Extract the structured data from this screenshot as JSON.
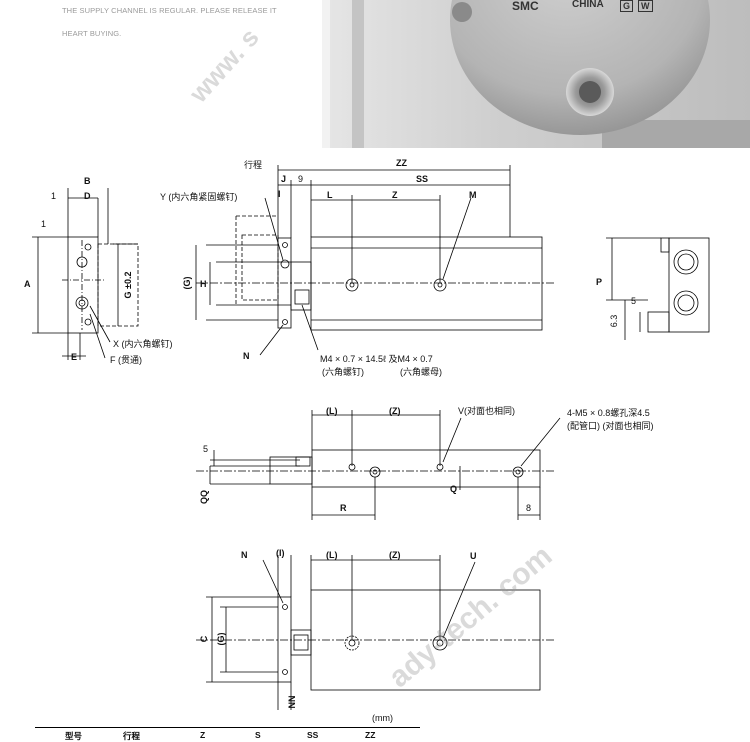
{
  "notice": {
    "line1": "THE SUPPLY CHANNEL IS REGULAR. PLEASE RELEASE IT",
    "line2": "HEART BUYING."
  },
  "photo": {
    "brand": "SMC",
    "origin": "CHINA",
    "mark1": "G",
    "mark2": "W"
  },
  "watermark": {
    "top": "www. s",
    "bottom": "ady-tech. com"
  },
  "top_view": {
    "label_stroke": "行程",
    "J": "J",
    "I": "I",
    "ZZ": "ZZ",
    "nine": "9",
    "SS": "SS",
    "L": "L",
    "Z": "Z",
    "M": "M",
    "Y": "Y (内六角紧固螺钉)",
    "H": "H",
    "G_paren": "(G)",
    "N": "N",
    "note1": "M4 × 0.7 × 14.5ℓ  及M4 × 0.7",
    "note2": "(六角螺钉)",
    "note3": "(六角螺母)"
  },
  "left_view": {
    "B": "B",
    "D": "D",
    "one_a": "1",
    "one_b": "1",
    "A": "A",
    "G": "G ±0.2",
    "X": "X (内六角螺钉)",
    "F": "F (贯通)",
    "E": "E"
  },
  "right_view": {
    "P": "P",
    "five": "5",
    "six_three": "6.3"
  },
  "side_view": {
    "L": "(L)",
    "Z": "(Z)",
    "V": "V(对面也相同)",
    "port1": "4-M5 × 0.8螺孔深4.5",
    "port2": "(配管口) (对面也相同)",
    "five": "5",
    "QQ": "QQ",
    "Q": "Q",
    "R": "R",
    "eight": "8"
  },
  "bottom_view": {
    "N": "N",
    "I": "(I)",
    "L": "(L)",
    "Z": "(Z)",
    "U": "U",
    "C": "C",
    "G": "(G)",
    "NN": "NN",
    "mm": "(mm)"
  },
  "table": {
    "headers": [
      "型号",
      "行程",
      "Z",
      "S",
      "SS",
      "ZZ"
    ]
  }
}
